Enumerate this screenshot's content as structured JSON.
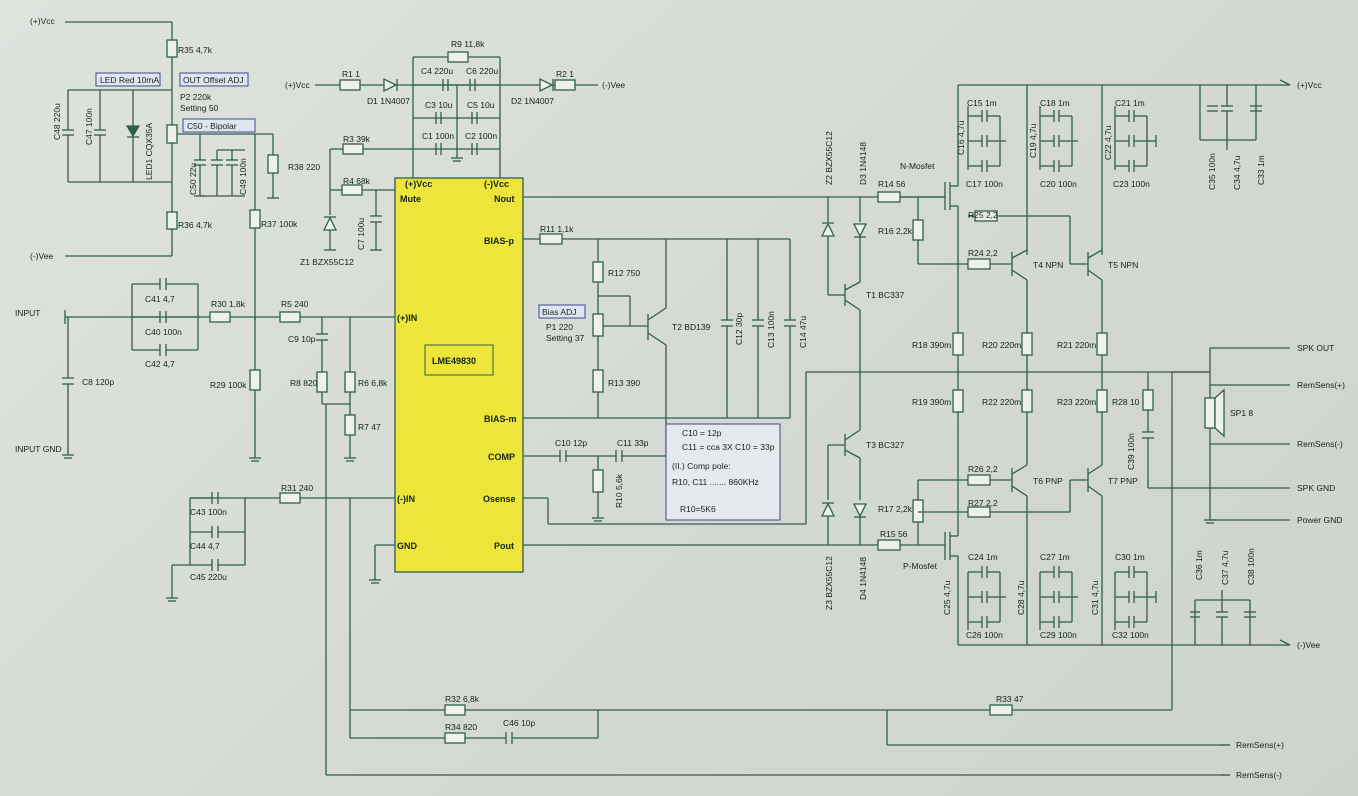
{
  "chip": {
    "name": "LME49830",
    "pin_vcc_pos": "(+)Vcc",
    "pin_vcc_neg": "(-)Vcc",
    "pin_mute": "Mute",
    "pin_nout": "Nout",
    "pin_bias_p": "BIAS-p",
    "pin_in_pos": "(+)IN",
    "pin_bias_m": "BIAS-m",
    "pin_comp": "COMP",
    "pin_in_neg": "(-)IN",
    "pin_osense": "Osense",
    "pin_gnd": "GND",
    "pin_pout": "Pout"
  },
  "boxes": {
    "led": "LED Red 10mA",
    "offset": "OUT Offset ADJ",
    "c50": "C50 - Bipolar",
    "bias": "Bias ADJ"
  },
  "note": {
    "l1": "C10 = 12p",
    "l2": "C11 = cca 3X C10 = 33p",
    "l3": "(II.) Comp pole:",
    "l4": "R10, C11 ....... 860KHz",
    "l5": "R10=5K6"
  },
  "rails": {
    "vcc_left": "(+)Vcc",
    "vee_left": "(-)Vee",
    "vcc_mid": "(+)Vcc",
    "vee_mid": "(-)Vee",
    "vcc_right": "(+)Vcc",
    "vee_right": "(-)Vee"
  },
  "ports": {
    "input": "INPUT",
    "input_gnd": "INPUT GND",
    "spk_out": "SPK OUT",
    "remsens_pos": "RemSens(+)",
    "remsens_neg": "RemSens(-)",
    "spk_gnd": "SPK GND",
    "power_gnd": "Power GND",
    "remsens_pos2": "RemSens(+)",
    "remsens_neg2": "RemSens(-)"
  },
  "labels": {
    "r35": "R35 4,7k",
    "r36": "R36 4,7k",
    "c48": "C48 220u",
    "c47": "C47 100n",
    "led1": "LED1 CQX35A",
    "p2a": "P2 220k",
    "p2b": "Setting 50",
    "c50": "C50 22u",
    "c49": "C49 100n",
    "r38": "R38 220",
    "r37": "R37 100k",
    "r1": "R1 1",
    "d1": "D1 1N4007",
    "r9": "R9 11,8k",
    "c4": "C4 220u",
    "c6": "C6 220u",
    "c3": "C3 10u",
    "c5": "C5 10u",
    "c1": "C1 100n",
    "c2": "C2 100n",
    "d2": "D2 1N4007",
    "r2": "R2 1",
    "r3": "R3 39k",
    "r4": "R4 68k",
    "c7": "C7 100u",
    "z1": "Z1 BZX55C12",
    "r11": "R11 1,1k",
    "r12": "R12 750",
    "p1a": "P1 220",
    "p1b": "Setting 37",
    "r13": "R13 390",
    "t2": "T2 BD139",
    "c12": "C12 30p",
    "c13": "C13 100n",
    "c14": "C14 47u",
    "c41": "C41 4,7",
    "c40": "C40 100n",
    "c42": "C42 4,7",
    "r30": "R30 1,8k",
    "r5": "R5 240",
    "c9": "C9 10p",
    "c8": "C8 120p",
    "r29": "R29 100k",
    "r8": "R8 820",
    "r6": "R6 6,8k",
    "r7": "R7 47",
    "c10": "C10 12p",
    "c11": "C11 33p",
    "r10": "R10 5,6k",
    "c43": "C43 100n",
    "c44": "C44 4,7",
    "c45": "C45 220u",
    "r31": "R31 240",
    "z2": "Z2 BZX55C12",
    "d3": "D3 1N4148",
    "t1": "T1 BC337",
    "z3": "Z3 BZX55C12",
    "d4": "D4 1N4148",
    "t3": "T3 BC327",
    "r14": "R14 56",
    "r16": "R16 2,2k",
    "nmos": "N-Mosfet",
    "r15": "R15 56",
    "r17": "R17 2,2k",
    "pmos": "P-Mosfet",
    "c16": "C16 4,7u",
    "c15": "C15 1m",
    "c17": "C17 100n",
    "c19": "C19 4,7u",
    "c18": "C18 1m",
    "c20": "C20 100n",
    "c22": "C22 4,7u",
    "c21": "C21 1m",
    "c23": "C23 100n",
    "c35": "C35 100n",
    "c34": "C34 4,7u",
    "c33": "C33 1m",
    "r25": "R25 2,2",
    "r24": "R24 2,2",
    "t4": "T4 NPN",
    "t5": "T5 NPN",
    "r18": "R18 390m",
    "r20": "R20 220m",
    "r21": "R21 220m",
    "r19": "R19 390m",
    "r22": "R22 220m",
    "r23": "R23 220m",
    "r28": "R28 10",
    "c39": "C39 100n",
    "sp1": "SP1 8",
    "r26": "R26 2,2",
    "r27": "R27 2,2",
    "t6": "T6 PNP",
    "t7": "T7 PNP",
    "c25": "C25 4,7u",
    "c24": "C24 1m",
    "c26": "C26 100n",
    "c28": "C28 4,7u",
    "c27": "C27 1m",
    "c29": "C29 100n",
    "c31": "C31 4,7u",
    "c30": "C30 1m",
    "c32": "C32 100n",
    "c36": "C36 1m",
    "c37": "C37 4,7u",
    "c38": "C38 100n",
    "r32": "R32 6,8k",
    "r34": "R34 820",
    "c46": "C46 10p",
    "r33": "R33 47"
  }
}
